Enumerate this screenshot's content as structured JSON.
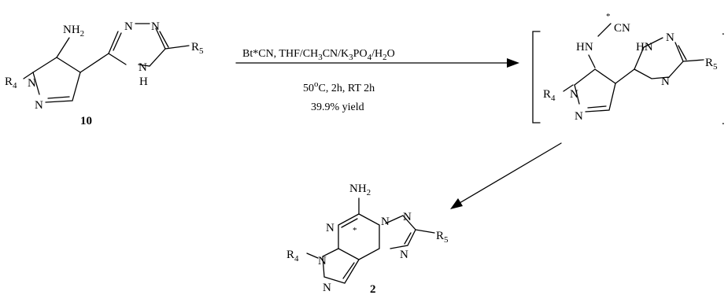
{
  "reactant": {
    "compound_number": "10",
    "nh2_label": "NH",
    "nh2_sub": "2",
    "r4_label": "R",
    "r4_sub": "4",
    "r5_label": "R",
    "r5_sub": "5",
    "atom_n": "N",
    "atom_h": "H"
  },
  "conditions": {
    "reagent_parts": [
      "Bt*CN, THF/CH",
      "3",
      "CN/K",
      "3",
      "PO",
      "4",
      "/H",
      "2",
      "O"
    ],
    "temperature_time": "50",
    "temp_sup": "o",
    "temp_rest": "C, 2h, RT 2h",
    "yield": "39.9% yield"
  },
  "intermediate": {
    "star": "*",
    "cn_label": "CN",
    "hn_label": "HN",
    "hn_triazole": "HN",
    "r4_label": "R",
    "r4_sub": "4",
    "r5_label": "R",
    "r5_sub": "5",
    "atom_n": "N"
  },
  "product": {
    "compound_number": "2",
    "nh2_label": "NH",
    "nh2_sub": "2",
    "star": "*",
    "r4_label": "R",
    "r4_sub": "4",
    "r5_label": "R",
    "r5_sub": "5",
    "atom_n": "N"
  }
}
